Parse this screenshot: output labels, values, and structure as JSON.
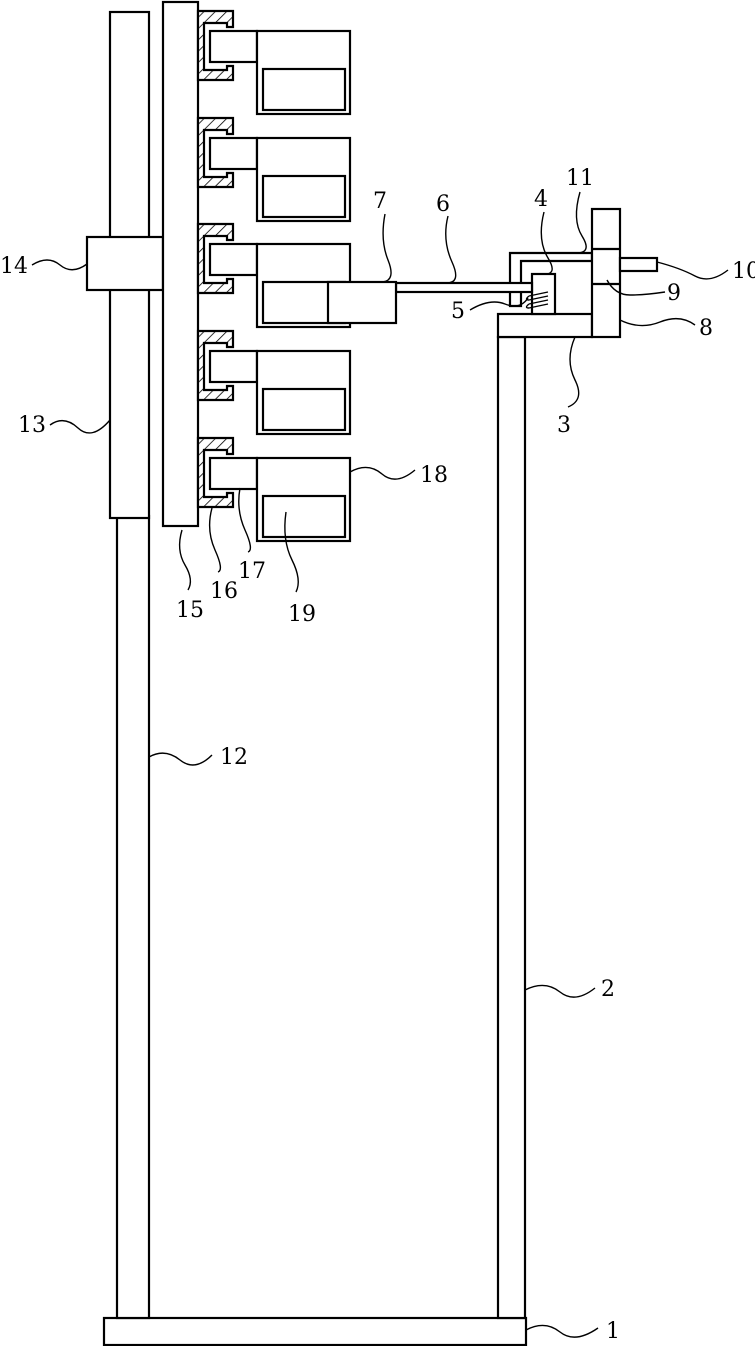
{
  "title": "Patent mechanical drawing with part reference numerals",
  "labels": {
    "n1": "1",
    "n2": "2",
    "n3": "3",
    "n4": "4",
    "n5": "5",
    "n6": "6",
    "n7": "7",
    "n8": "8",
    "n9": "9",
    "n10": "10",
    "n11": "11",
    "n12": "12",
    "n13": "13",
    "n14": "14",
    "n15": "15",
    "n16": "16",
    "n17": "17",
    "n18": "18",
    "n19": "19"
  },
  "module_count": 5
}
